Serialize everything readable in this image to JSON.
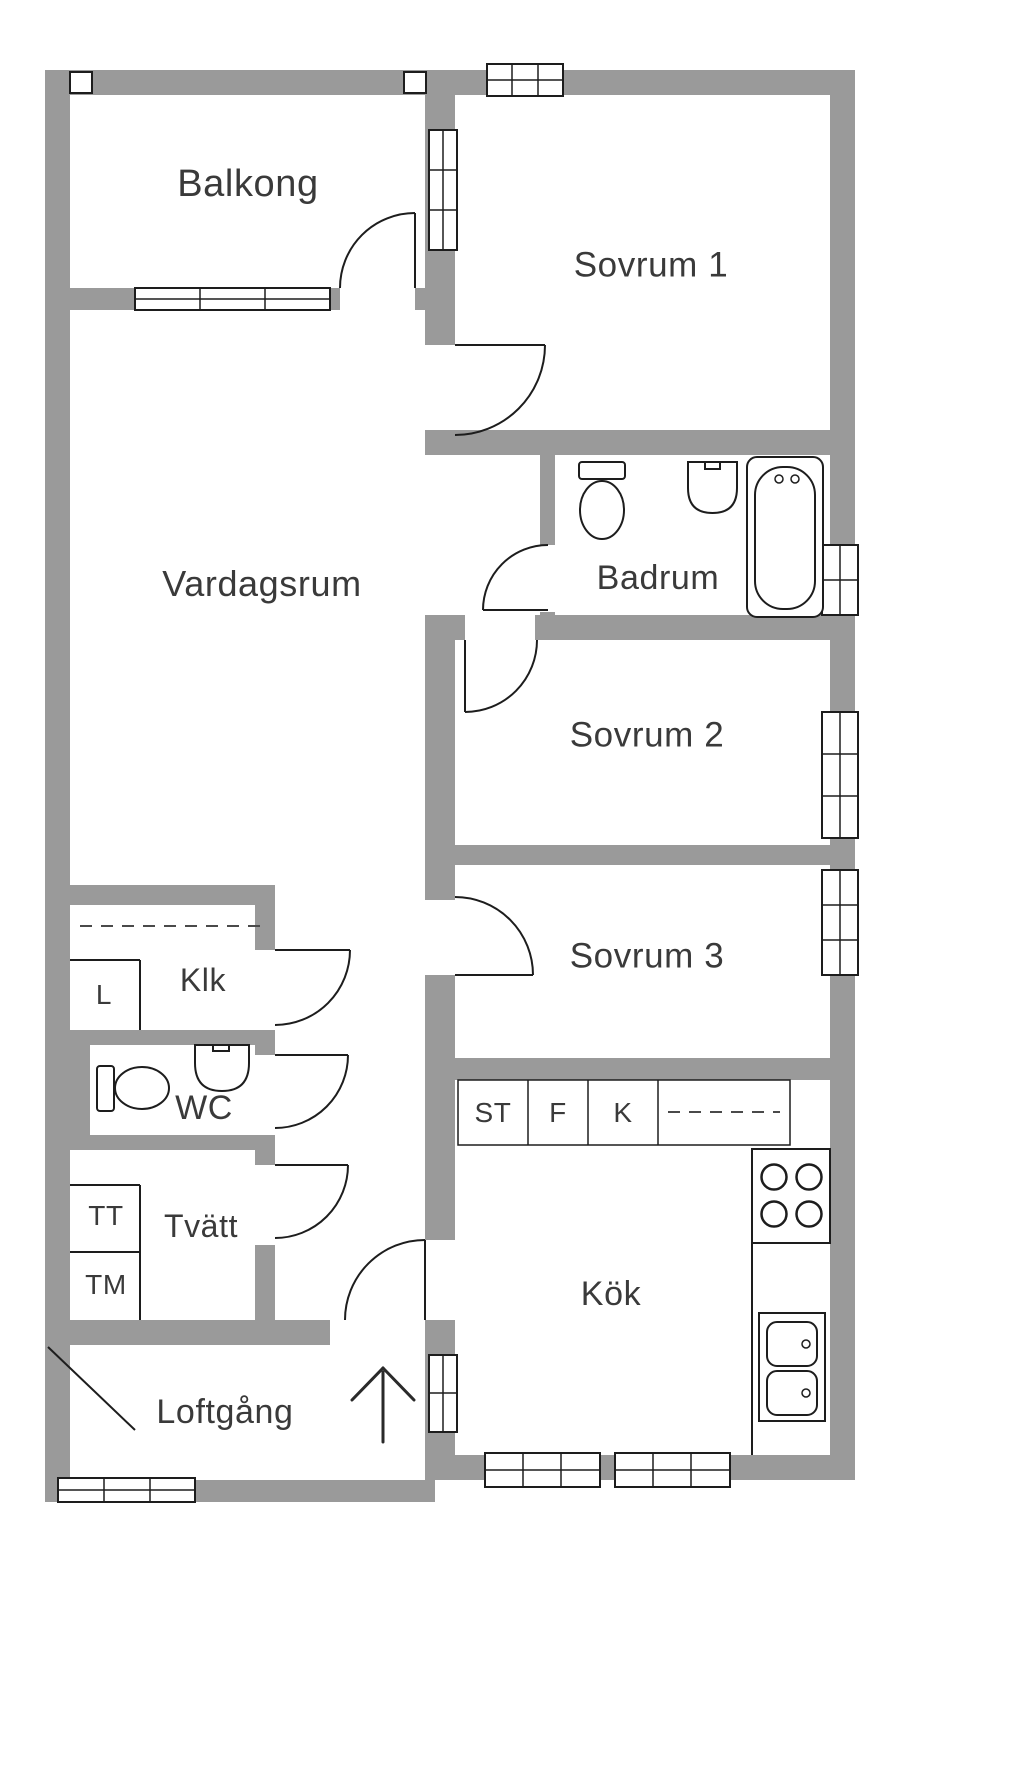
{
  "rooms": {
    "balkong": "Balkong",
    "sovrum1": "Sovrum 1",
    "vardagsrum": "Vardagsrum",
    "badrum": "Badrum",
    "sovrum2": "Sovrum 2",
    "sovrum3": "Sovrum 3",
    "klk": "Klk",
    "wc": "WC",
    "tvatt": "Tvätt",
    "kok": "Kök",
    "loftgang": "Loftgång"
  },
  "units": {
    "l": "L",
    "tt": "TT",
    "tm": "TM",
    "st": "ST",
    "f": "F",
    "k": "K"
  },
  "colors": {
    "wall": "#9a9a9a",
    "background": "#ffffff",
    "line": "#1d1d1d",
    "text": "#3a3a3a"
  },
  "icons": {
    "toilet": "toilet-icon",
    "washbasin": "washbasin-icon",
    "bathtub": "bathtub-icon",
    "stove": "stove-icon",
    "kitchen_sink": "double-sink-icon",
    "door_swing": "door-swing-icon",
    "window": "window-icon",
    "entrance_arrow": "entrance-arrow-icon",
    "stairs": "stairs-line-icon"
  }
}
